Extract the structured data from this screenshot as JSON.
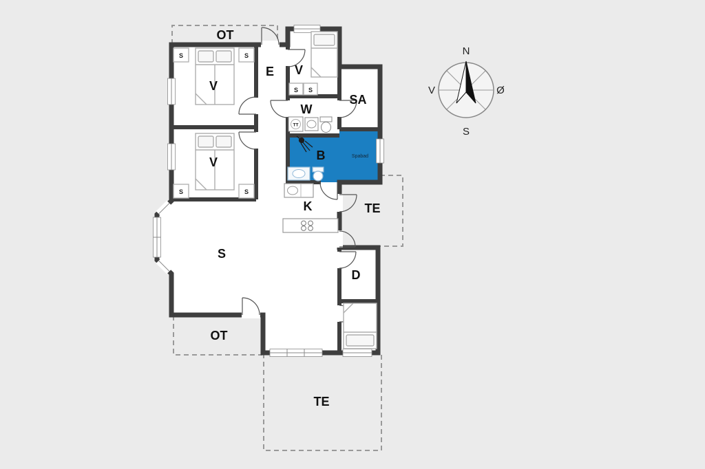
{
  "rooms": {
    "terrace_top": {
      "label": "OT"
    },
    "bedroom_1": {
      "label": "V"
    },
    "entry": {
      "label": "E"
    },
    "bedroom_top": {
      "label": "V"
    },
    "utility": {
      "label": "W"
    },
    "sauna": {
      "label": "SA"
    },
    "bathroom": {
      "label": "B",
      "spa_note": "Spabad"
    },
    "bedroom_2": {
      "label": "V"
    },
    "kitchen": {
      "label": "K"
    },
    "terrace_right": {
      "label": "TE"
    },
    "living_room": {
      "label": "S"
    },
    "d_room": {
      "label": "D"
    },
    "terrace_bottom_left": {
      "label": "OT"
    },
    "terrace_bottom": {
      "label": "TE"
    }
  },
  "fixtures": {
    "wardrobe_label": "S",
    "dryer_label": "TT"
  },
  "compass": {
    "north": "N",
    "south": "S",
    "east": "Ø",
    "west": "V"
  },
  "colors": {
    "background": "#ebebeb",
    "floor": "#ffffff",
    "wall": "#3e3e3e",
    "spa_room_fill": "#1b7fc2",
    "terrace_dash": "#999999"
  }
}
